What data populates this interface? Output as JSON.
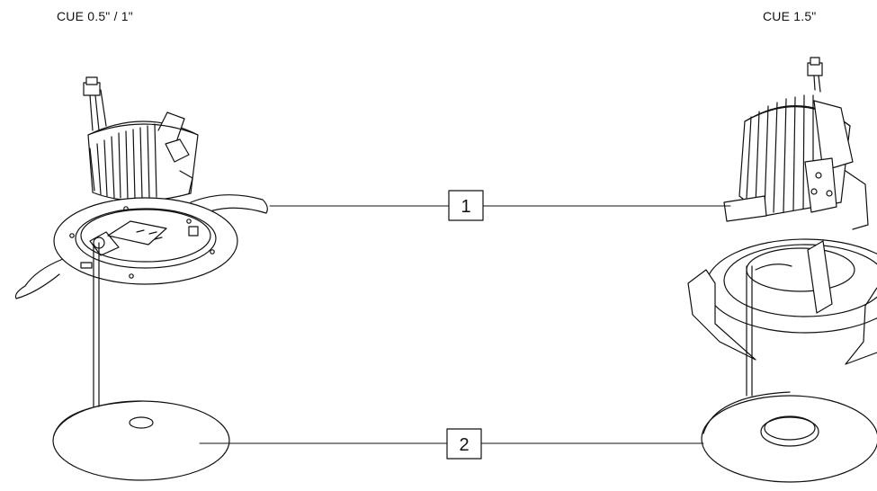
{
  "labels": {
    "left_model": "CUE 0.5\" / 1\"",
    "right_model": "CUE 1.5\""
  },
  "callouts": {
    "one": "1",
    "two": "2"
  }
}
